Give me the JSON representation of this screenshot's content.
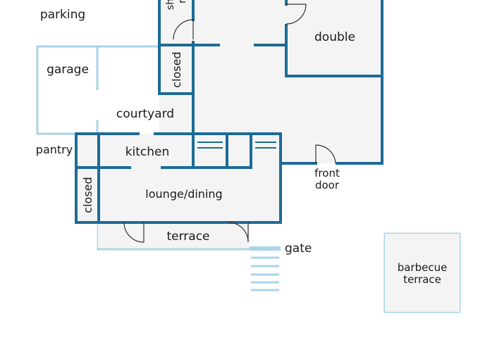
{
  "labels": {
    "parking": "parking",
    "garage": "garage",
    "courtyard": "courtyard",
    "pantry": "pantry",
    "kitchen": "kitchen",
    "closed_left": "closed",
    "closed_top": "closed",
    "lounge_dining": "lounge/dining",
    "terrace": "terrace",
    "gate": "gate",
    "double": "double",
    "front": "front",
    "door": "door",
    "barbecue": "barbecue",
    "barbecue_terrace": "terrace",
    "shower_top": "sh",
    "shower_bottom": "r"
  },
  "colors": {
    "wall": "#1d6b96",
    "light_wall": "#a9d4ea",
    "floor": "#f4f4f4"
  }
}
